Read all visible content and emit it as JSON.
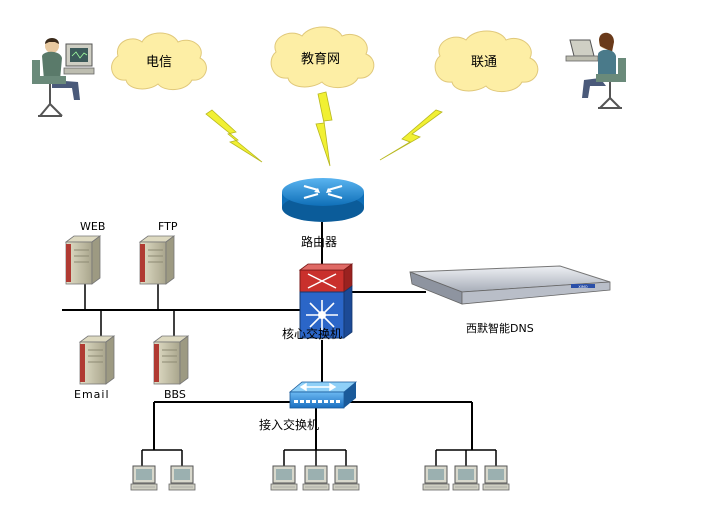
{
  "diagram": {
    "isps": [
      {
        "label": "电信"
      },
      {
        "label": "教育网"
      },
      {
        "label": "联通"
      }
    ],
    "router_label": "路由器",
    "core_switch_label": "核心交换机",
    "access_switch_label": "接入交换机",
    "dns_label": "西默智能DNS",
    "dns_badge": "XIMO",
    "servers": [
      {
        "label": "WEB"
      },
      {
        "label": "FTP"
      },
      {
        "label": "Email"
      },
      {
        "label": "BBS"
      }
    ],
    "pc_groups": [
      {
        "count": 2
      },
      {
        "count": 3
      },
      {
        "count": 3
      }
    ],
    "colors": {
      "cloud": "#fdeea5",
      "lightning": "#f1f033",
      "router": "#1d8ed8",
      "core_switch_top": "#c9302c",
      "core_switch_bottom": "#2b66c8",
      "access_switch": "#2a87d8",
      "server": "#c9c6ab",
      "server_stripe": "#b03a32",
      "line": "#000000"
    }
  }
}
